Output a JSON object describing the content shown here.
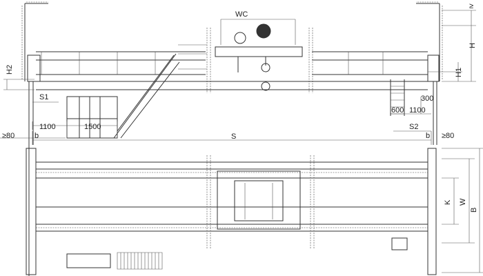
{
  "side_view": {
    "trolley_width": "WC",
    "height": "H",
    "height_h1": "H1",
    "height_h2": "H2",
    "s1": "S1",
    "s2": "S2",
    "span": "S",
    "clearance_left": "≥80",
    "clearance_right": "≥80",
    "clearance_top": "≥",
    "b_left": "b",
    "b_right": "b",
    "dim_1100_left": "1100",
    "dim_1500": "1500",
    "dim_600": "600",
    "dim_1100_right": "1100",
    "dim_300": "300"
  },
  "plan_view": {
    "k": "K",
    "w": "W",
    "b": "B"
  }
}
